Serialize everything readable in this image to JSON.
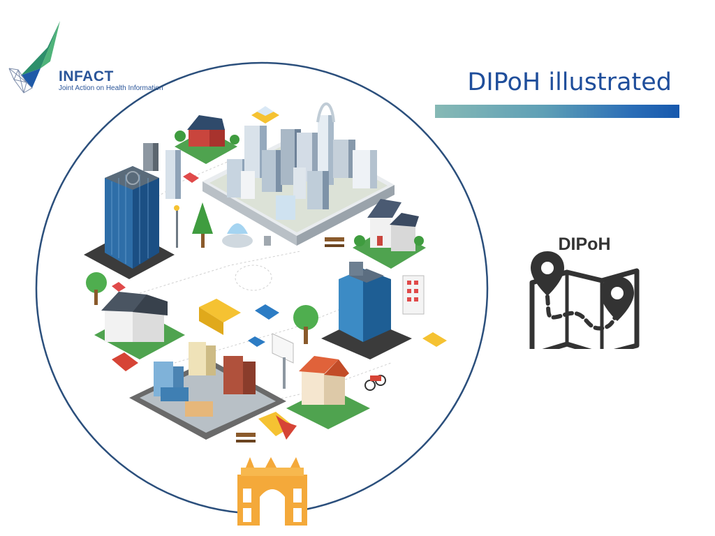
{
  "logo": {
    "brand": "INFACT",
    "subtitle": "Joint Action on Health Information"
  },
  "slide": {
    "title": "DIPoH illustrated"
  },
  "map_icon": {
    "label": "DIPoH",
    "icon": "map-with-location-pins-icon"
  },
  "colors": {
    "title": "#1f4e9b",
    "circle_outline": "#2b4f7c",
    "bar_start": "#86b9b5",
    "bar_end": "#1658ad",
    "landmark": "#f4a93a",
    "icon_dark": "#333333"
  }
}
